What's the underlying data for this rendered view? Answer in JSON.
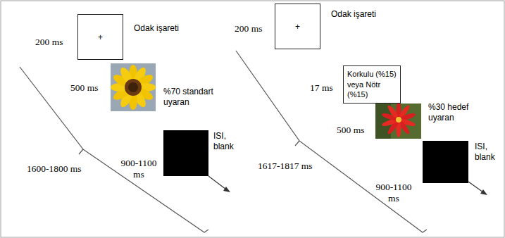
{
  "diagram": {
    "nodes": [
      {
        "text": [
          "+"
        ]
      },
      {
        "text": [
          "+"
        ]
      },
      {
        "text": [
          "Korkulu (%15) veya Nötr (%15)"
        ]
      }
    ],
    "labels": [
      "200 ms",
      "Odak işareti",
      "500 ms",
      "%70 standart uyaran",
      "900-1100 ms",
      "ISI, blank",
      "1600-1800 ms",
      "200 ms",
      "Odak işareti",
      "17 ms",
      "%30 hedef uyaran",
      "500 ms",
      "900-1100 ms",
      "ISI, blank",
      "1617-1817 ms"
    ]
  }
}
